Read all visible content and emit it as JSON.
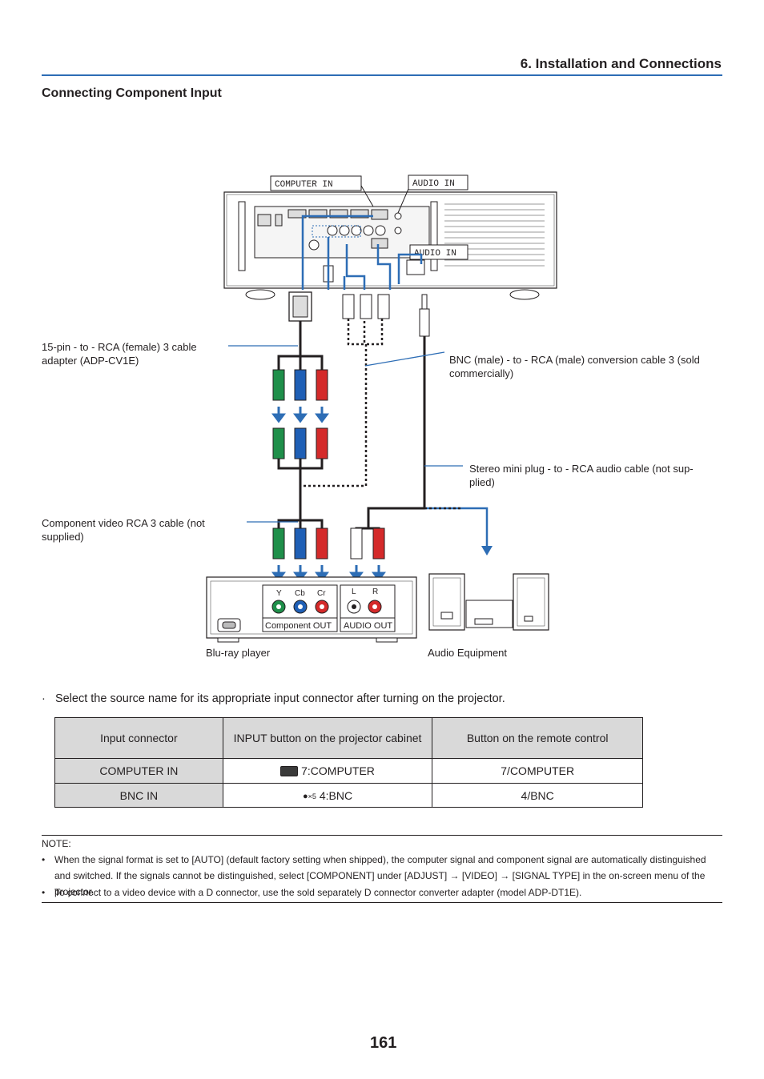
{
  "header": {
    "title": "6. Installation and Connections"
  },
  "section": {
    "title": "Connecting Component Input"
  },
  "diagram": {
    "computer_in_label": "COMPUTER IN",
    "audio_in_label_top": "AUDIO IN",
    "audio_in_label_side": "AUDIO IN",
    "adapter_label": "15-pin - to - RCA (female)    3 cable adapter (ADP-CV1E)",
    "bnc_cable_label": "BNC (male) - to - RCA (male) conversion cable    3 (sold commercially)",
    "stereo_cable_label": "Stereo mini plug - to - RCA audio cable (not sup-plied)",
    "component_cable_label": "Component video RCA    3 cable (not supplied)",
    "bluray_label": "Blu-ray player",
    "audio_equipment_label": "Audio Equipment",
    "player_y": "Y",
    "player_cb": "Cb",
    "player_cr": "Cr",
    "player_l": "L",
    "player_r": "R",
    "player_component_out": "Component OUT",
    "player_audio_out": "AUDIO OUT"
  },
  "bullet": {
    "mark": "·",
    "text": "Select the source name for its appropriate input connector after turning on the projector."
  },
  "table": {
    "headers": [
      "Input connector",
      "INPUT button on the projector cabinet",
      "Button on the remote control"
    ],
    "rows": [
      {
        "connector": "COMPUTER IN",
        "cabinet": "7:COMPUTER",
        "remote": "7/COMPUTER"
      },
      {
        "connector": "BNC IN",
        "cabinet": "4:BNC",
        "remote": "4/BNC",
        "cabinet_icon_suffix": "×5"
      }
    ]
  },
  "note": {
    "heading": "NOTE:",
    "items": [
      "When the signal format is set to [AUTO] (default factory setting when shipped), the computer signal and component signal are automatically distinguished and switched. If the signals cannot be distinguished, select [COMPONENT] under [ADJUST] → [VIDEO] → [SIGNAL TYPE] in the on-screen menu of the projector.",
      "To connect to a video device with a D connector, use the sold separately D connector converter adapter (model ADP-DT1E)."
    ],
    "bullet_mark": "•"
  },
  "page_number": "161",
  "colors": {
    "accent_blue": "#2d6db5",
    "green": "#1f8f4a",
    "blue": "#1f5fb5",
    "red": "#d42a2a"
  }
}
